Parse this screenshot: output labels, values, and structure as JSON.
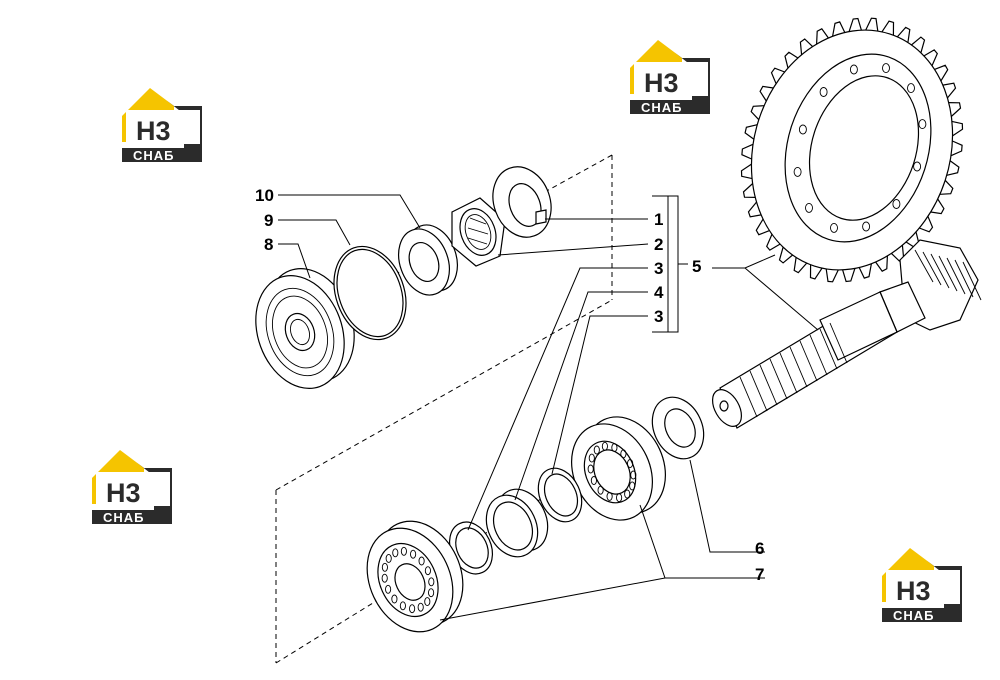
{
  "callouts": [
    {
      "id": "c1",
      "label": "1"
    },
    {
      "id": "c2",
      "label": "2"
    },
    {
      "id": "c3a",
      "label": "3"
    },
    {
      "id": "c4",
      "label": "4"
    },
    {
      "id": "c3b",
      "label": "3"
    },
    {
      "id": "c5",
      "label": "5"
    },
    {
      "id": "c6",
      "label": "6"
    },
    {
      "id": "c7",
      "label": "7"
    },
    {
      "id": "c8",
      "label": "8"
    },
    {
      "id": "c9",
      "label": "9"
    },
    {
      "id": "c10",
      "label": "10"
    }
  ],
  "watermark": {
    "big_text": "H3",
    "band_text": "СНАБ",
    "colors": {
      "yellow": "#f5c400",
      "dark": "#2b2b2b",
      "white": "#ffffff"
    }
  }
}
